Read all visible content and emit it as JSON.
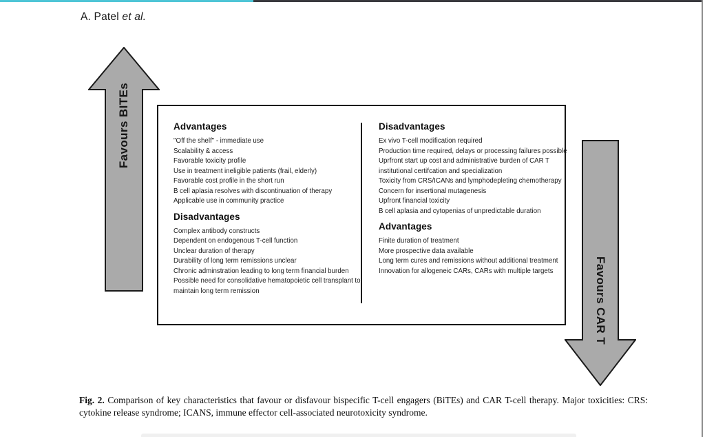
{
  "chrome": {
    "accent_cyan": "#4ec5d6",
    "top_bar_dark": "#3a3a3e"
  },
  "header": {
    "authors": "A. Patel ",
    "et_al": "et al."
  },
  "arrows": {
    "fill": "#aaaaaa",
    "stroke": "#1a1a1a",
    "left_label": "Favours BITEs",
    "right_label": "Favours CAR T"
  },
  "comparison": {
    "bites": {
      "advantages_title": "Advantages",
      "advantages": [
        "\"Off the shelf\" - immediate use",
        "Scalability & access",
        "Favorable toxicity profile",
        "Use in treatment ineligible patients (frail, elderly)",
        "Favorable cost profile in the short run",
        "B cell aplasia resolves with discontinuation of therapy",
        "Applicable use in community practice"
      ],
      "disadvantages_title": "Disadvantages",
      "disadvantages": [
        "Complex antibody constructs",
        "Dependent on endogenous T-cell function",
        "Unclear duration of therapy",
        "Durability of long term remissions unclear",
        "Chronic adminstration leading to long term financial burden",
        "Possible need for consolidative hematopoietic cell transplant to maintain long term remission"
      ]
    },
    "cart": {
      "disadvantages_title": "Disadvantages",
      "disadvantages": [
        "Ex vivo T-cell modification required",
        "Production time required, delays or processing failures possible",
        "Uprfront start up cost and administrative burden of CAR T institutional certifcation and specialization",
        "Toxicity from CRS/ICANs and lymphodepleting chemotherapy",
        "Concern for insertional mutagenesis",
        "Upfront financial toxicity",
        "B cell aplasia and cytopenias of unpredictable duration"
      ],
      "advantages_title": "Advantages",
      "advantages": [
        "Finite duration of treatment",
        "More prospective data available",
        "Long term cures and remissions without additional treatment",
        "Innovation for allogeneic CARs, CARs with multiple targets"
      ]
    }
  },
  "caption": {
    "label": "Fig. 2.",
    "text": " Comparison of key characteristics that favour or disfavour bispecific T-cell engagers (BiTEs) and CAR T-cell therapy. Major toxicities: CRS: cytokine release syndrome; ICANS, immune effector cell-associated neurotoxicity syndrome."
  }
}
